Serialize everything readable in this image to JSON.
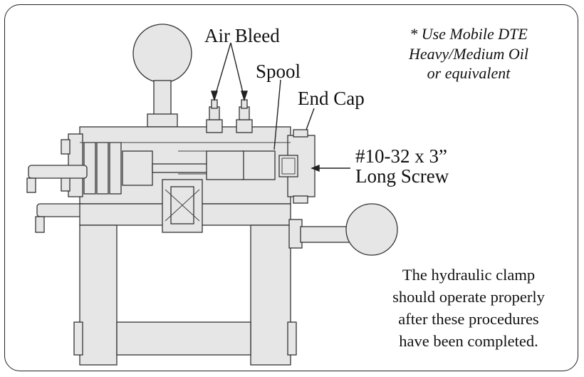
{
  "labels": {
    "air_bleed": "Air Bleed",
    "spool": "Spool",
    "end_cap": "End Cap",
    "screw_line1": "#10-32 x 3”",
    "screw_line2": "Long Screw"
  },
  "oil_note": {
    "line1": "* Use Mobile DTE",
    "line2": "Heavy/Medium Oil",
    "line3": "or equivalent"
  },
  "closing_note": {
    "line1": "The hydraulic clamp",
    "line2": "should operate properly",
    "line3": "after these procedures",
    "line4": "have been completed."
  },
  "colors": {
    "body_fill": "#e6e6e6",
    "outline": "#333333",
    "dark_detail": "#444444",
    "frame": "#222222"
  }
}
